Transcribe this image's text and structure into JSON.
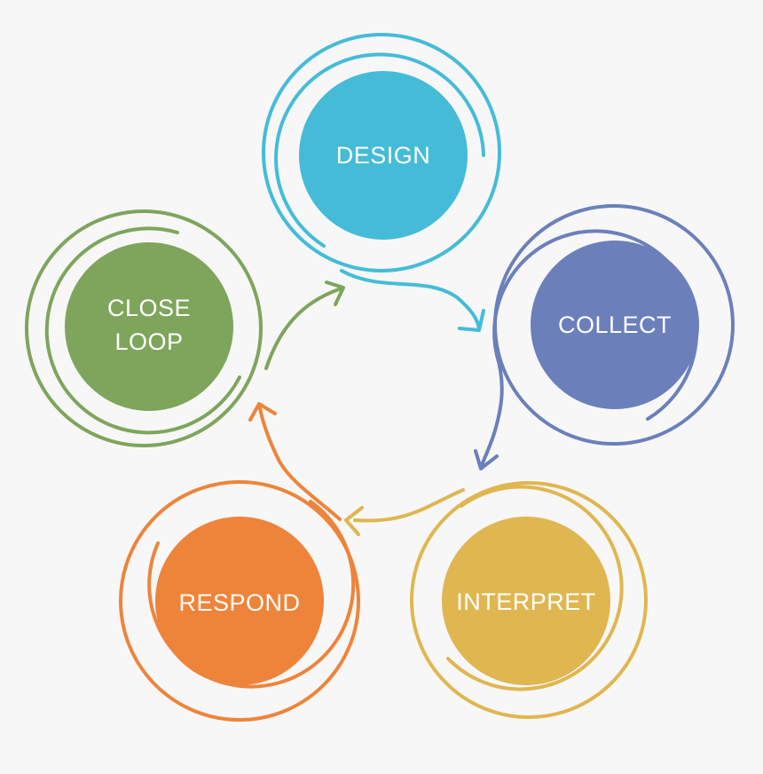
{
  "colors": {
    "background": "#f7f7f7",
    "design": "#44bcd8",
    "collect": "#6b80bb",
    "interpret": "#e0b650",
    "respond": "#ee843a",
    "close_loop": "#7ea55c"
  },
  "stages": {
    "design": {
      "label": "DESIGN"
    },
    "collect": {
      "label": "COLLECT"
    },
    "interpret": {
      "label": "INTERPRET"
    },
    "respond": {
      "label": "RESPOND"
    },
    "close_loop": {
      "label_line1": "CLOSE",
      "label_line2": "LOOP"
    }
  }
}
